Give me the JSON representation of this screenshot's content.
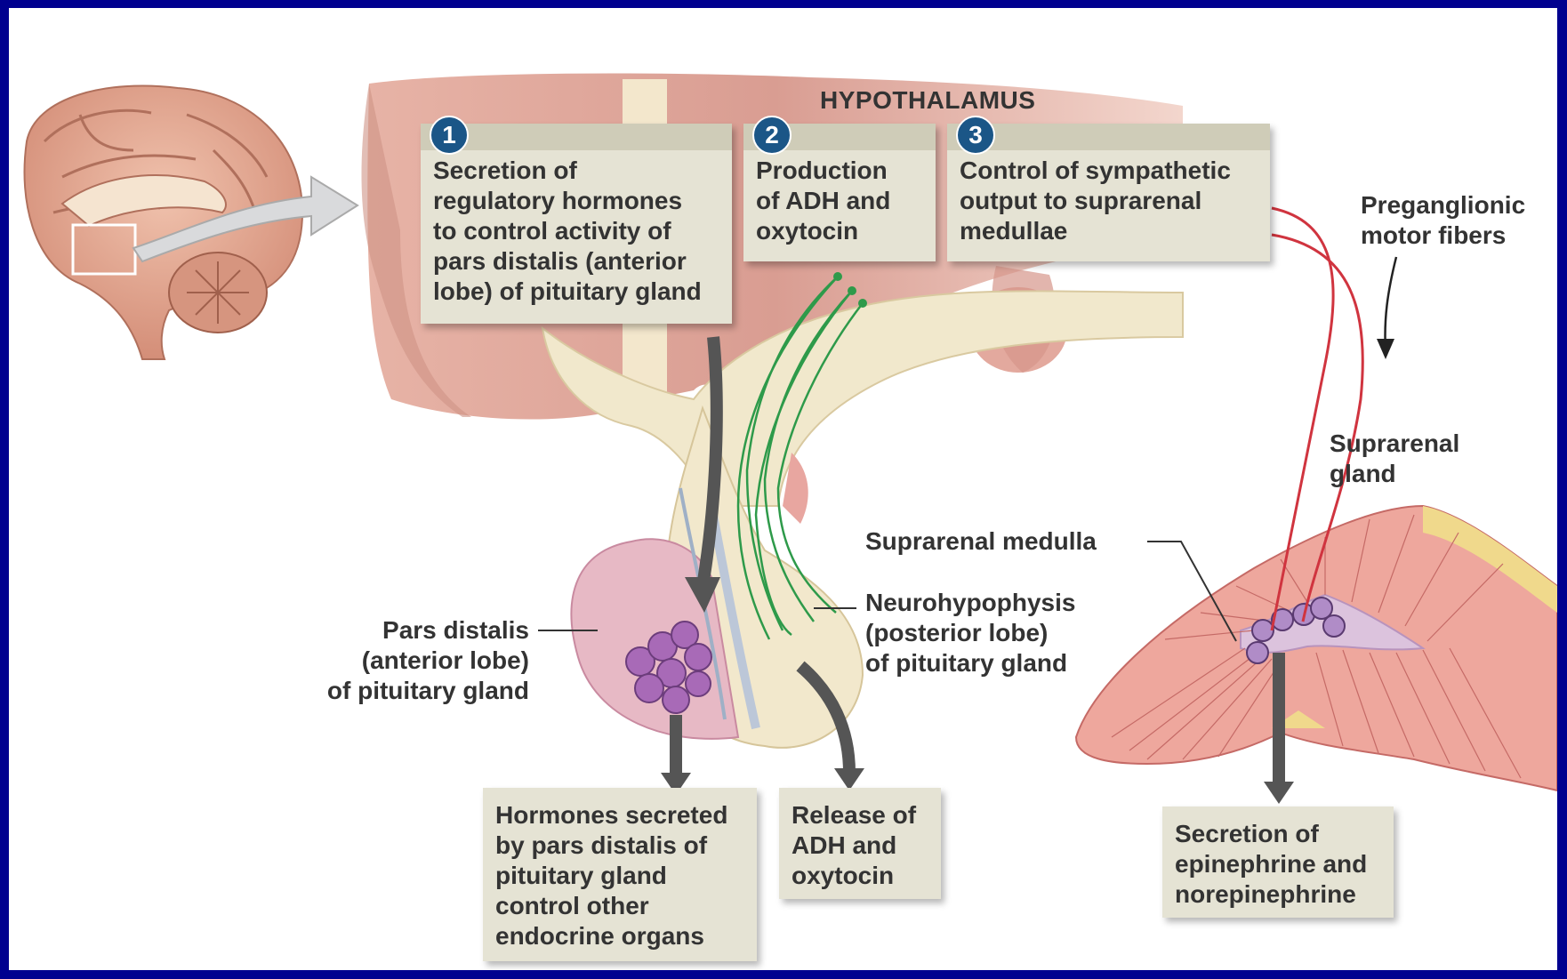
{
  "title": "HYPOTHALAMUS",
  "steps": [
    {
      "number": "1",
      "text": "Secretion of\nregulatory hormones\nto control activity of\npars distalis (anterior\nlobe) of pituitary gland"
    },
    {
      "number": "2",
      "text": "Production\nof ADH and\noxytocin"
    },
    {
      "number": "3",
      "text": "Control of sympathetic\noutput to suprarenal\nmedullae"
    }
  ],
  "outcomes": {
    "pars_distalis": "Hormones secreted\nby pars distalis of\npituitary gland\ncontrol other\nendocrine organs",
    "neurohypophysis": "Release of\nADH and\noxytocin",
    "suprarenal": "Secretion of\nepinephrine and\nnorepinephrine"
  },
  "labels": {
    "preganglionic": "Preganglionic\nmotor fibers",
    "suprarenal_gland": "Suprarenal\ngland",
    "suprarenal_medulla": "Suprarenal medulla",
    "neurohypophysis": "Neurohypophysis\n(posterior lobe)\nof pituitary gland",
    "pars_distalis": "Pars distalis\n(anterior lobe)\nof pituitary gland"
  },
  "colors": {
    "border": "#00008f",
    "box_fill": "#e5e3d4",
    "box_band": "#cfccb8",
    "badge": "#1b5687",
    "nerve_fibers": "#2e9a4a",
    "sympathetic_fibers": "#d0343f",
    "arrow": "#555555"
  }
}
